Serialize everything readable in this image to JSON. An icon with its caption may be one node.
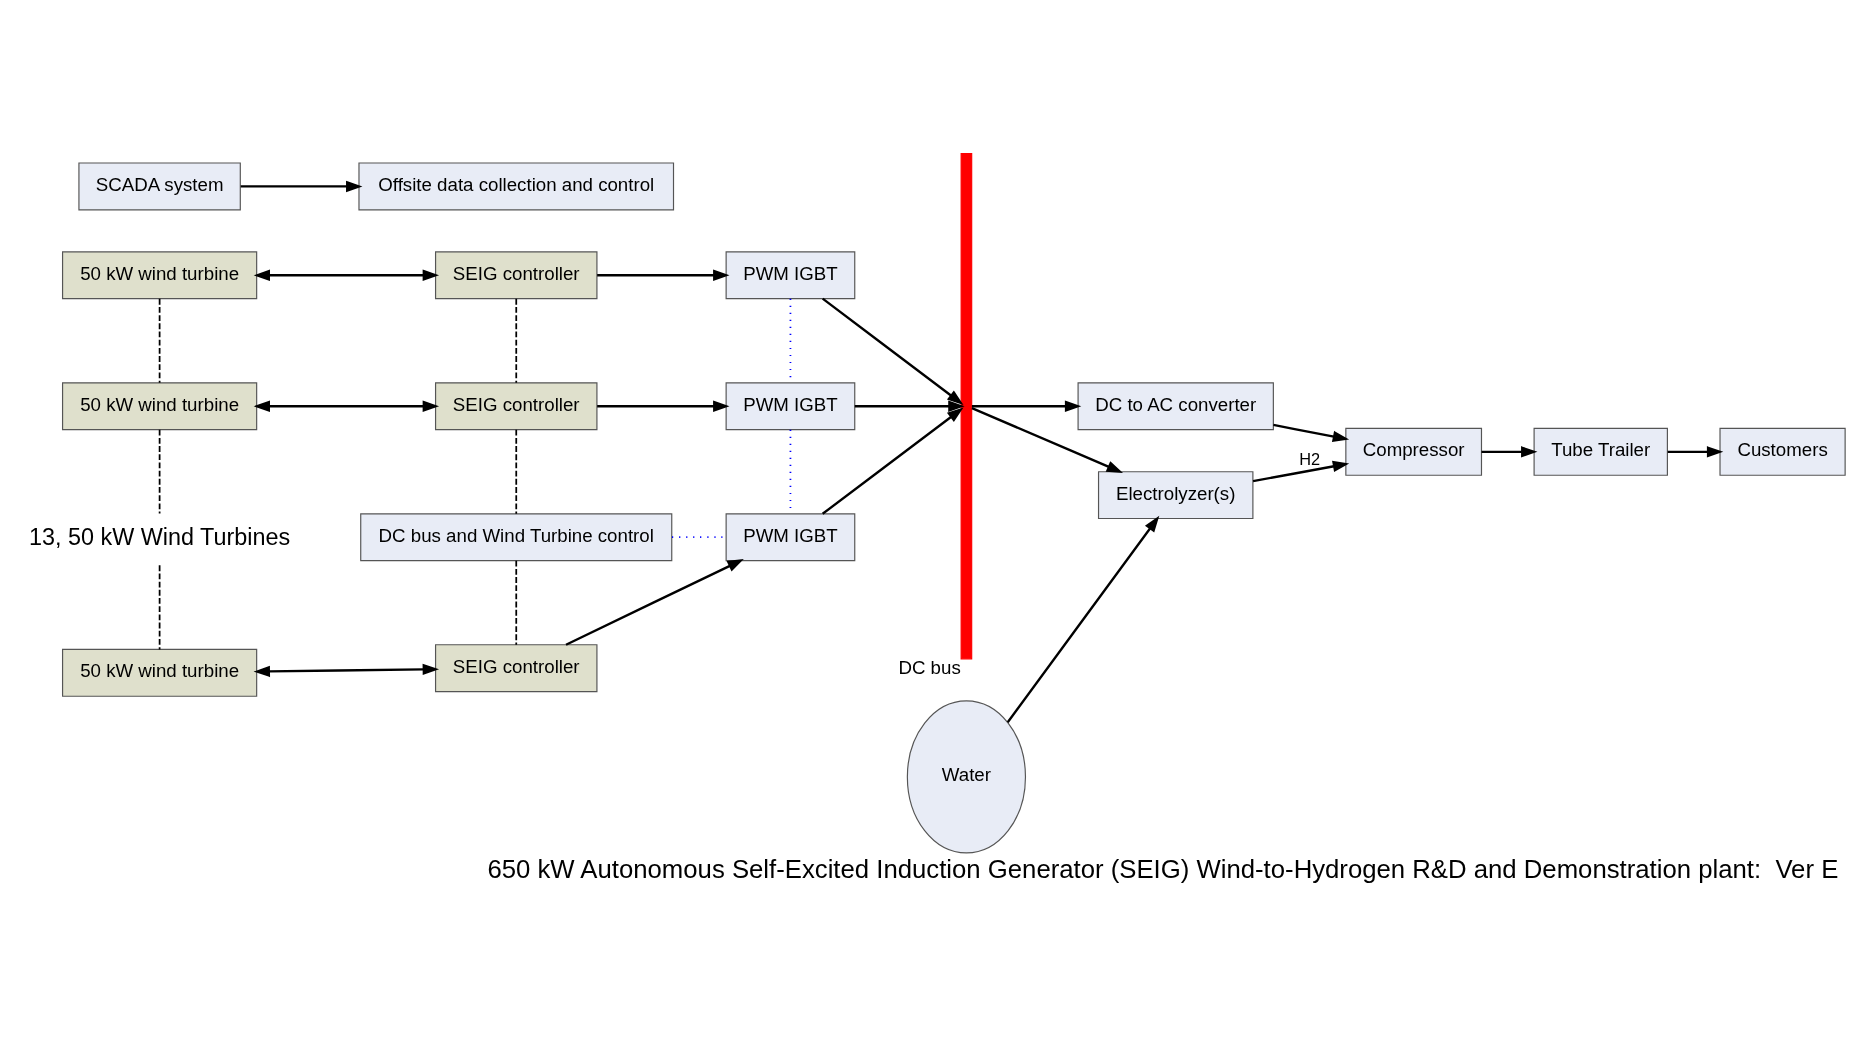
{
  "diagram": {
    "caption": "650 kW Autonomous Self-Excited Induction Generator (SEIG) Wind-to-Hydrogen R&D and Demonstration plant:  Ver E",
    "nodes": [
      {
        "text": [
          "50 kW wind turbine"
        ]
      },
      {
        "text": [
          "SEIG controller"
        ]
      },
      {
        "text": [
          "PWM IGBT"
        ]
      },
      {
        "text": [
          "50 kW wind turbine"
        ]
      },
      {
        "text": [
          "SEIG controller"
        ]
      },
      {
        "text": [
          "PWM IGBT"
        ]
      },
      {
        "text": [
          "13, 50 kW Wind Turbines"
        ]
      },
      {
        "text": [
          "DC bus and Wind Turbine control"
        ]
      },
      {
        "text": [
          "50 kW wind turbine"
        ]
      },
      {
        "text": [
          "SEIG controller"
        ]
      },
      {
        "text": [
          "PWM IGBT"
        ]
      },
      {
        "text": [],
        "shape": "bar",
        "beside": [
          "DC bus"
        ]
      },
      {
        "text": [
          "DC to AC converter"
        ]
      },
      {
        "text": [
          "Electrolyzer(s)"
        ]
      },
      {
        "text": [
          "Compressor"
        ]
      },
      {
        "text": [
          "Tube Trailer"
        ]
      },
      {
        "text": [
          "Water"
        ]
      },
      {
        "text": [
          "SCADA system"
        ]
      },
      {
        "text": [
          "Offsite data collection and control"
        ]
      },
      {
        "text": [
          "Customers"
        ]
      }
    ],
    "edges": [
      {
        "from": 0,
        "to": 1,
        "arrow": "both"
      },
      {
        "from": 1,
        "to": 2,
        "arrow": "to"
      },
      {
        "from": 2,
        "to": 11,
        "arrow": "to"
      },
      {
        "from": 3,
        "to": 4,
        "arrow": "both"
      },
      {
        "from": 4,
        "to": 5,
        "arrow": "to"
      },
      {
        "from": 5,
        "to": 11,
        "arrow": "to"
      },
      {
        "from": 8,
        "to": 9,
        "arrow": "both"
      },
      {
        "from": 9,
        "to": 10,
        "arrow": "to"
      },
      {
        "from": 10,
        "to": 11,
        "arrow": "to"
      },
      {
        "from": 0,
        "to": 3,
        "arrow": "none",
        "style": "dashed"
      },
      {
        "from": 3,
        "to": 6,
        "arrow": "none",
        "style": "dashed"
      },
      {
        "from": 6,
        "to": 8,
        "arrow": "none",
        "style": "dashed"
      },
      {
        "from": 1,
        "to": 4,
        "arrow": "none",
        "style": "dashed"
      },
      {
        "from": 4,
        "to": 7,
        "arrow": "none",
        "style": "dashed"
      },
      {
        "from": 7,
        "to": 9,
        "arrow": "none",
        "style": "dashed"
      },
      {
        "from": 2,
        "to": 5,
        "arrow": "none",
        "style": "dashed",
        "color": "#0000ff"
      },
      {
        "from": 5,
        "to": 10,
        "arrow": "none",
        "style": "dashed",
        "color": "#0000ff"
      },
      {
        "from": 7,
        "to": 10,
        "arrow": "none",
        "style": "dashed",
        "color": "#0000ff"
      },
      {
        "from": 11,
        "to": 12,
        "arrow": "to"
      },
      {
        "from": 11,
        "to": 13,
        "arrow": "to"
      },
      {
        "from": 12,
        "to": 14,
        "arrow": "to"
      },
      {
        "from": 13,
        "to": 14,
        "arrow": "to",
        "label": "H2"
      },
      {
        "from": 14,
        "to": 15,
        "arrow": "to"
      },
      {
        "from": 16,
        "to": 13,
        "arrow": "to"
      },
      {
        "from": 17,
        "to": 18,
        "arrow": "to"
      },
      {
        "from": 15,
        "to": 19,
        "arrow": "to"
      }
    ]
  }
}
